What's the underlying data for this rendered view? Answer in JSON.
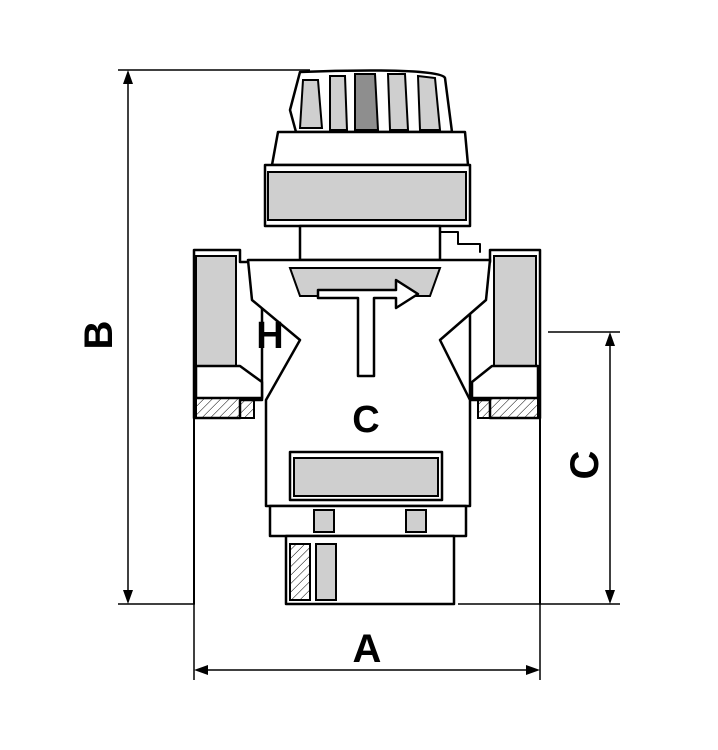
{
  "labels": {
    "dim_width": "A",
    "dim_height": "B",
    "dim_axis": "C",
    "port_hot": "H",
    "port_common": "C"
  },
  "colors": {
    "line": "#000000",
    "light_shade": "#cfcfcf",
    "dark_shade": "#8e8e8e",
    "background": "#ffffff"
  },
  "icons": {
    "flow_arrow": "t-arrow-right-icon"
  }
}
